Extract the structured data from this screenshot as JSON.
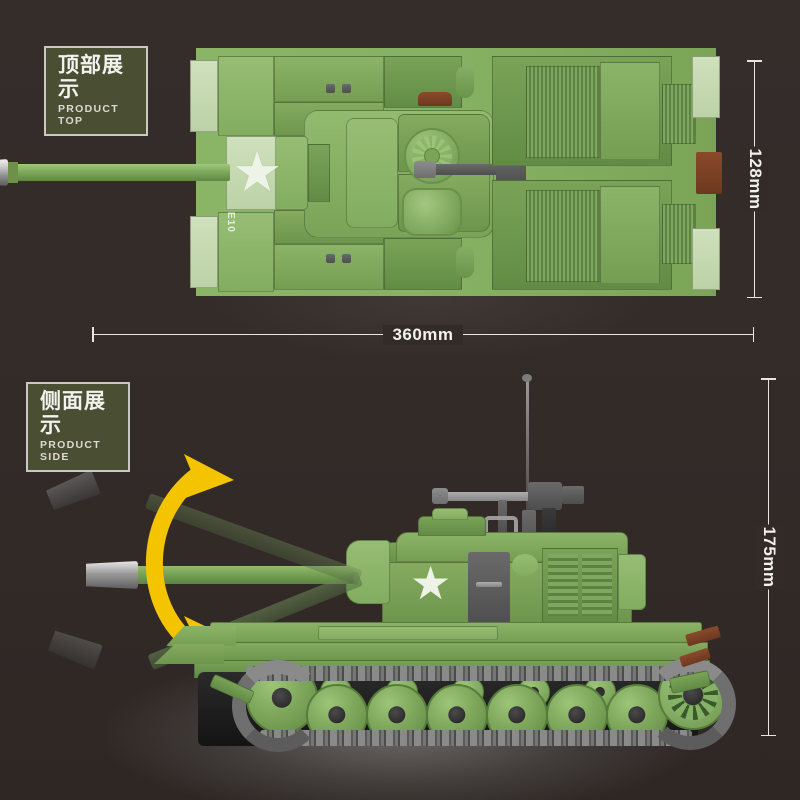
{
  "page": {
    "background_color": "#332b28",
    "accent_green": "#7fa65c",
    "label_box_color": "#4a4f33",
    "arrow_color": "#f5c400"
  },
  "labels": {
    "top": {
      "cn": "顶部展示",
      "en": "PRODUCT TOP",
      "name": "product-top-label"
    },
    "side": {
      "cn": "侧面展示",
      "en": "PRODUCT SIDE",
      "name": "product-side-label"
    }
  },
  "dimensions": {
    "top_height": "128mm",
    "top_width": "360mm",
    "side_height": "175mm"
  },
  "views": {
    "top": {
      "title": "Tank top view",
      "markings": {
        "star": "★",
        "decal_text": "E10"
      }
    },
    "side": {
      "title": "Tank side view",
      "markings": {
        "star": "★"
      },
      "feature": "barrel elevation range arrow"
    }
  }
}
